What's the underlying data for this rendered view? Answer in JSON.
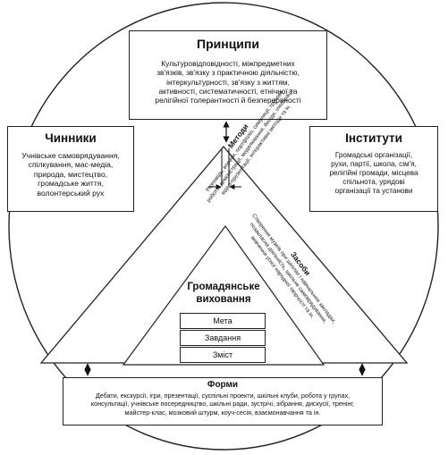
{
  "principles": {
    "title": "Принципи",
    "lines": [
      "Культуровідповідності, міжпредметних",
      "зв'язків, зв'язку з практичною діяльністю,",
      "інтеркультурності, зв'язку з життям,",
      "активності, систематичності, етнічної та",
      "релігійної толерантності й безперервності"
    ]
  },
  "factors": {
    "title": "Чинники",
    "lines": [
      "Учнівське самоврядування,",
      "спілкування, мас-медіа,",
      "природа, мистецтво,",
      "громадське життя,",
      "волонтерський рух"
    ]
  },
  "institutes": {
    "title": "Інститути",
    "lines": [
      "Громадські організації,",
      "рухи, партії, школа, сім'я,",
      "релігійні громади, місцева",
      "спільнота, урядові",
      "організації та установи"
    ]
  },
  "methods": {
    "title": "Методи",
    "lines": [
      "Розповідь, вправи, портфоліо, симуляції, групова",
      "робота, демонстрації, моделювання, бесіди, ілюстрації,",
      "відео-презентації, інтерактивні методи та ін."
    ]
  },
  "means": {
    "title": "Засоби",
    "lines": [
      "Створення музеїв при школах і навчальних закладах,",
      "позакласна діяльність, шкільне самоврядування,",
      "вивчення усної народної творчості та ін."
    ]
  },
  "center": {
    "title_line1": "Громадянське",
    "title_line2": "виховання",
    "goal": "Мета",
    "tasks": "Завдання",
    "content": "Зміст"
  },
  "forms": {
    "title": "Форми",
    "lines": [
      "Дебати, екскурсії, ігри, презентації, суспільні проекти, шкільні клуби, робота у групах,",
      "консультації, учнівське посередництво, шкільні ради, зустрічі, зібрання, дискусії, тренінг,",
      "майстер-клас, мозковий штурм, коуч-сесія, взаємонавчання та ін."
    ]
  }
}
